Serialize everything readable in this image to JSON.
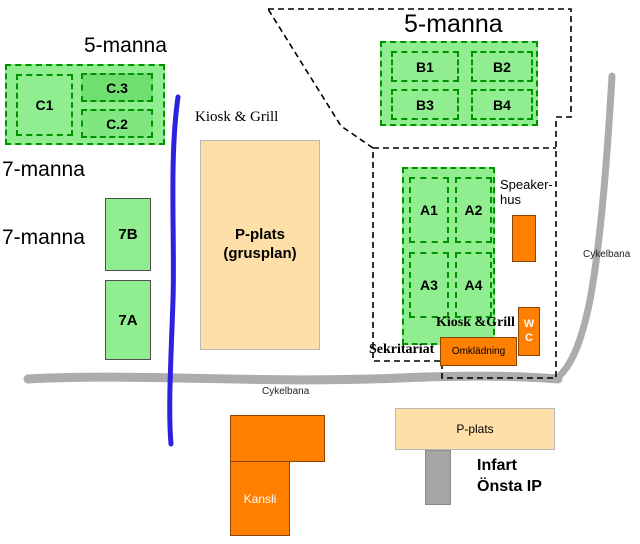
{
  "colors": {
    "field_green": "#90EE90",
    "field_green_dark": "#6FDF6F",
    "field_green_mid": "#80E780",
    "field_border": "#009300",
    "orange": "#FF8000",
    "peach": "#FFDFA8",
    "road": "#ACACAC",
    "blue_path": "#2B21DF",
    "gray_block": "#A5A5A5"
  },
  "sections": {
    "five_manna_left": "5-manna",
    "seven_manna_upper": "7-manna",
    "seven_manna_lower": "7-manna",
    "five_manna_right": "5-manna"
  },
  "fields": {
    "c1": "C1",
    "c3": "C.3",
    "c2": "C.2",
    "f7b": "7B",
    "f7a": "7A",
    "b1": "B1",
    "b2": "B2",
    "b3": "B3",
    "b4": "B4",
    "a1": "A1",
    "a2": "A2",
    "a3": "A3",
    "a4": "A4"
  },
  "buildings": {
    "kiosk_grill_left": "Kiosk & Grill",
    "p_plats_grusplan_line1": "P-plats",
    "p_plats_grusplan_line2": "(grusplan)",
    "speaker_hus_line1": "Speaker-",
    "speaker_hus_line2": "hus",
    "kiosk_grill_right": "Kiosk &Grill",
    "wc_line1": "W",
    "wc_line2": "C",
    "sekritariat": "Sekritariat",
    "omkladning": "Omklädning",
    "kansli": "Kansli",
    "p_plats_bottom": "P-plats",
    "infart_line1": "Infart",
    "infart_line2": "Önsta IP"
  },
  "paths": {
    "cykelbana_bottom": "Cykelbana",
    "cykelbana_right": "Cykelbana"
  }
}
